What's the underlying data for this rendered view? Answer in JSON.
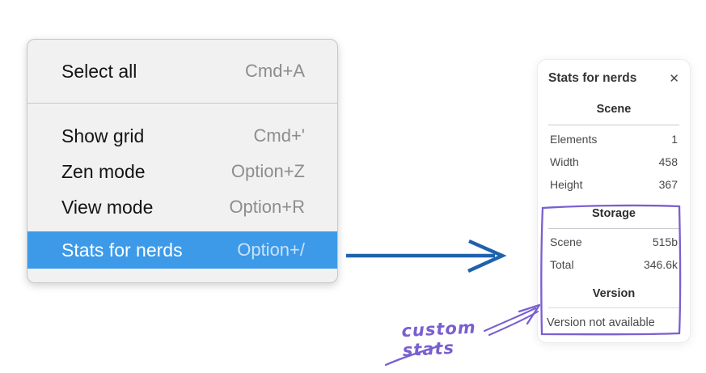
{
  "menu": {
    "items": [
      {
        "label": "Select all",
        "shortcut": "Cmd+A",
        "highlighted": false
      },
      {
        "label": "Show grid",
        "shortcut": "Cmd+'",
        "highlighted": false
      },
      {
        "label": "Zen mode",
        "shortcut": "Option+Z",
        "highlighted": false
      },
      {
        "label": "View mode",
        "shortcut": "Option+R",
        "highlighted": false
      },
      {
        "label": "Stats for nerds",
        "shortcut": "Option+/",
        "highlighted": true
      }
    ]
  },
  "stats_panel": {
    "title": "Stats for nerds",
    "close_glyph": "✕",
    "sections": [
      {
        "header": "Scene",
        "rows": [
          {
            "label": "Elements",
            "value": "1"
          },
          {
            "label": "Width",
            "value": "458"
          },
          {
            "label": "Height",
            "value": "367"
          }
        ]
      },
      {
        "header": "Storage",
        "rows": [
          {
            "label": "Scene",
            "value": "515b"
          },
          {
            "label": "Total",
            "value": "346.6k"
          }
        ]
      },
      {
        "header": "Version",
        "note": "Version not available"
      }
    ]
  },
  "annotations": {
    "custom_stats_label": "custom stats"
  },
  "colors": {
    "page_bg": "#ffffff",
    "menu_bg": "#f1f1f2",
    "menu_border": "#c7c7c9",
    "menu_text": "#141414",
    "shortcut_text": "#8d8d8f",
    "highlight_bg": "#3d9ae8",
    "highlight_text": "#ffffff",
    "highlight_shortcut": "#c9e2f9",
    "panel_bg": "#ffffff",
    "panel_border": "#ececec",
    "panel_text": "#494949",
    "panel_title": "#363636",
    "divider": "#c9c9cf",
    "arrow_blue": "#1e62ad",
    "annotation_purple": "#7a5fd0"
  }
}
